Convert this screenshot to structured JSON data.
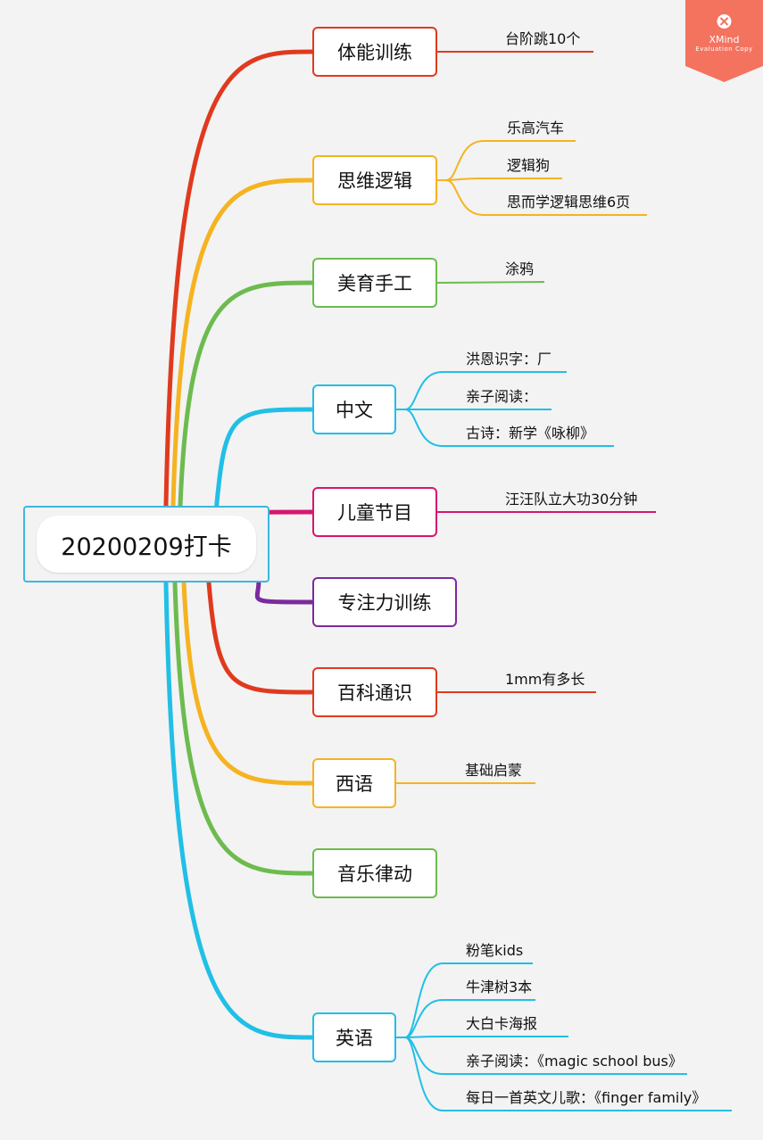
{
  "root": {
    "label": "20200209打卡"
  },
  "watermark": {
    "brand": "XMind",
    "subtitle": "Evaluation Copy",
    "icon": "xmind-logo-icon"
  },
  "colors": {
    "red": "#e03a1e",
    "orange": "#f5b321",
    "green": "#6dbb4f",
    "cyan": "#21bfe6",
    "magenta": "#d6166f",
    "purple": "#7c2a9e",
    "badge": "#f3735f"
  },
  "topics": [
    {
      "id": "tineng",
      "label": "体能训练",
      "color": "red",
      "children": [
        "台阶跳10个"
      ]
    },
    {
      "id": "siwei",
      "label": "思维逻辑",
      "color": "orange",
      "children": [
        "乐高汽车",
        "逻辑狗",
        "思而学逻辑思维6页"
      ]
    },
    {
      "id": "meiyu",
      "label": "美育手工",
      "color": "green",
      "children": [
        "涂鸦"
      ]
    },
    {
      "id": "zhongwen",
      "label": "中文",
      "color": "cyan",
      "children": [
        "洪恩识字：厂",
        "亲子阅读：",
        "古诗：新学《咏柳》"
      ]
    },
    {
      "id": "ertong",
      "label": "儿童节目",
      "color": "magenta",
      "children": [
        "汪汪队立大功30分钟"
      ]
    },
    {
      "id": "zhuanzhu",
      "label": "专注力训练",
      "color": "purple",
      "children": []
    },
    {
      "id": "baike",
      "label": "百科通识",
      "color": "red",
      "children": [
        "1mm有多长"
      ]
    },
    {
      "id": "xiyu",
      "label": "西语",
      "color": "orange",
      "children": [
        "基础启蒙"
      ]
    },
    {
      "id": "yinyue",
      "label": "音乐律动",
      "color": "green",
      "children": []
    },
    {
      "id": "yingyu",
      "label": "英语",
      "color": "cyan",
      "children": [
        "粉笔kids",
        "牛津树3本",
        "大白卡海报",
        "亲子阅读：《magic school bus》",
        "每日一首英文儿歌：《finger family》"
      ]
    }
  ]
}
